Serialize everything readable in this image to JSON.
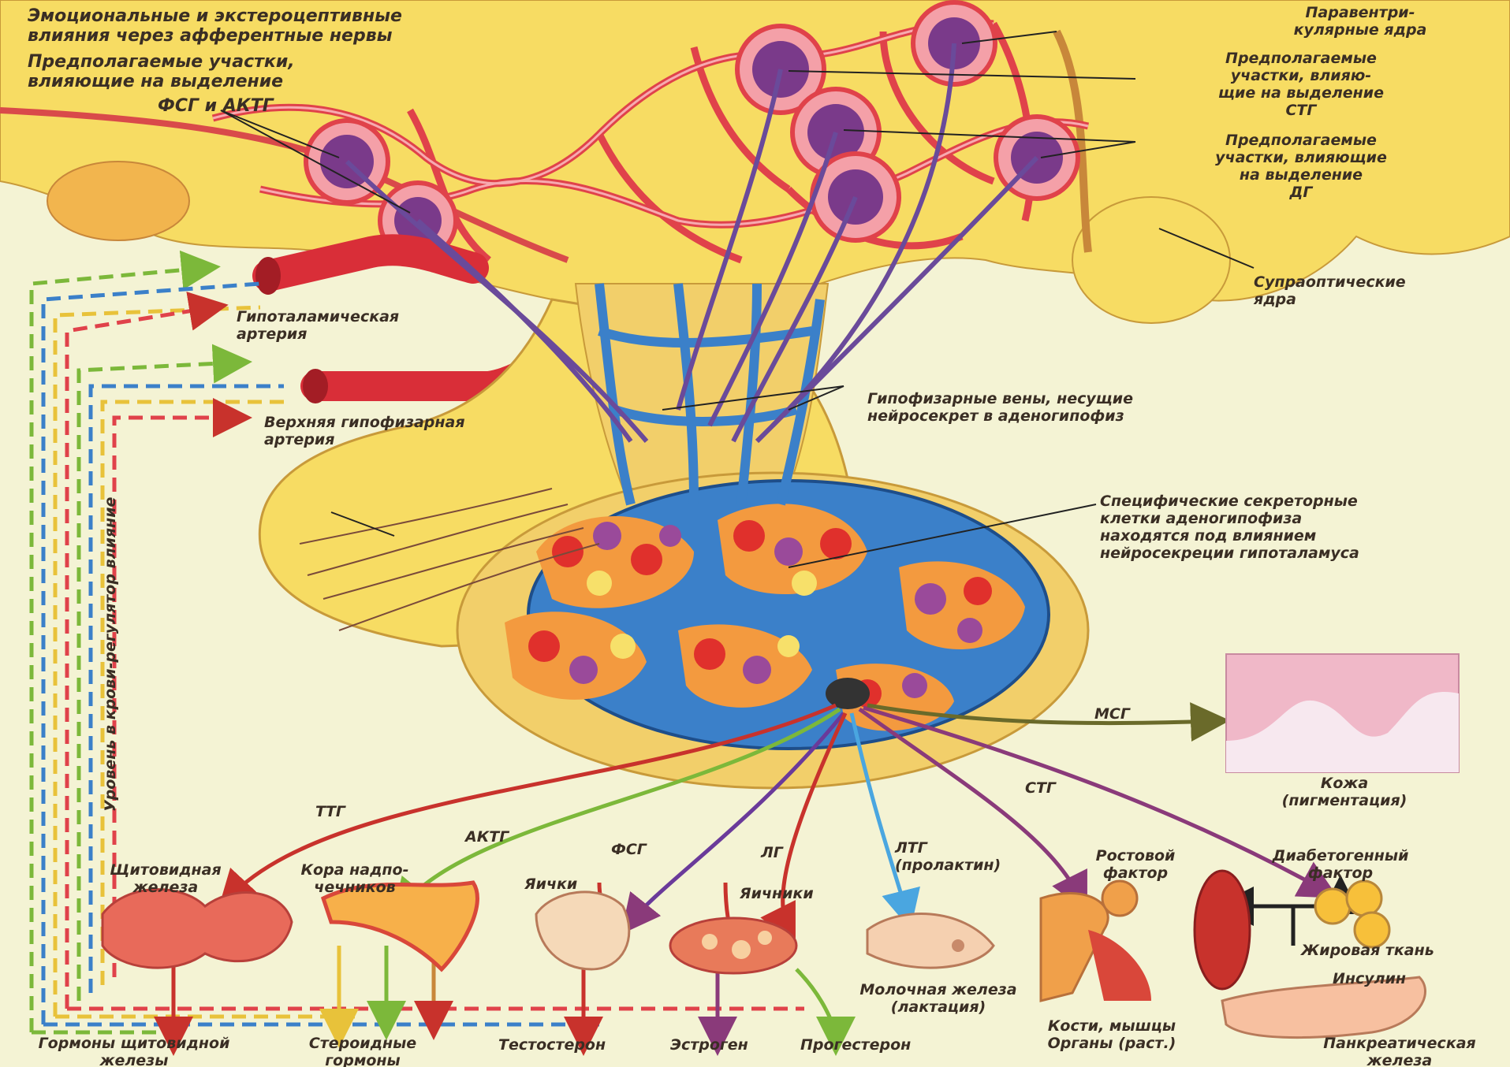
{
  "labels": {
    "emotional": "Эмоциональные и экстероцептивные\nвлияния через афферентные нервы",
    "presumed_fsh": "Предполагаемые участки,\nвлияющие на выделение",
    "fsh_acth": "ФСГ и АКТГ",
    "paraventricular": "Паравентри-\nкулярные ядра",
    "presumed_stg": "Предполагаемые\nучастки, влияю-\nщие на выделение\nСТГ",
    "presumed_dg": "Предполагаемые\nучастки, влияющие\nна выделение\nДГ",
    "supraoptic": "Супраоптические\nядра",
    "hypothalamic_artery": "Гипоталамическая\nартерия",
    "superior_artery": "Верхняя гипофизарная\nартерия",
    "portal_veins": "Гипофизарные вены, несущие\nнейросекрет в аденогипофиз",
    "secretory_cells": "Специфические секреторные\nклетки аденогипофиза\nнаходятся под влиянием\nнейросекреции гипоталамуса",
    "blood_level": "Уровень в крови-регулятор влияние",
    "msg": "МСГ",
    "skin": "Кожа\n(пигментация)",
    "stg": "СТГ",
    "ttg": "ТТГ",
    "acth": "АКТГ",
    "fsh": "ФСГ",
    "lg": "ЛГ",
    "ltg": "ЛТГ\n(пролактин)",
    "growth_factor": "Ростовой\nфактор",
    "diabetogenic": "Диабетогенный\nфактор",
    "thyroid": "Щитовидная\nжелеза",
    "adrenal": "Кора надпо-\nчечников",
    "testes": "Яички",
    "ovaries": "Яичники",
    "mammary": "Молочная железа\n(лактация)",
    "bones": "Кости, мышцы\nОрганы (раст.)",
    "fat": "Жировая ткань",
    "insulin": "Инсулин",
    "out_thyroid": "Гормоны щитовидной\nжелезы",
    "out_steroid": "Стероидные\nгормоны",
    "out_testosterone": "Тестостерон",
    "out_estrogen": "Эстроген",
    "out_progesterone": "Прогестерон",
    "pancreas": "Панкреатическая\nжелеза"
  },
  "colors": {
    "background": "#f4f3d4",
    "hypothalamus": "#f7dc63",
    "vessel_red": "#e0424a",
    "vein_blue": "#3b80c9",
    "nucleus_purple": "#7a3a8a",
    "arrow_ttg": "#c8322c",
    "arrow_acth": "#7cb83a",
    "arrow_ltg": "#4aa6e0",
    "arrow_stg": "#8a3a7a",
    "arrow_msg": "#6a6a2a"
  }
}
